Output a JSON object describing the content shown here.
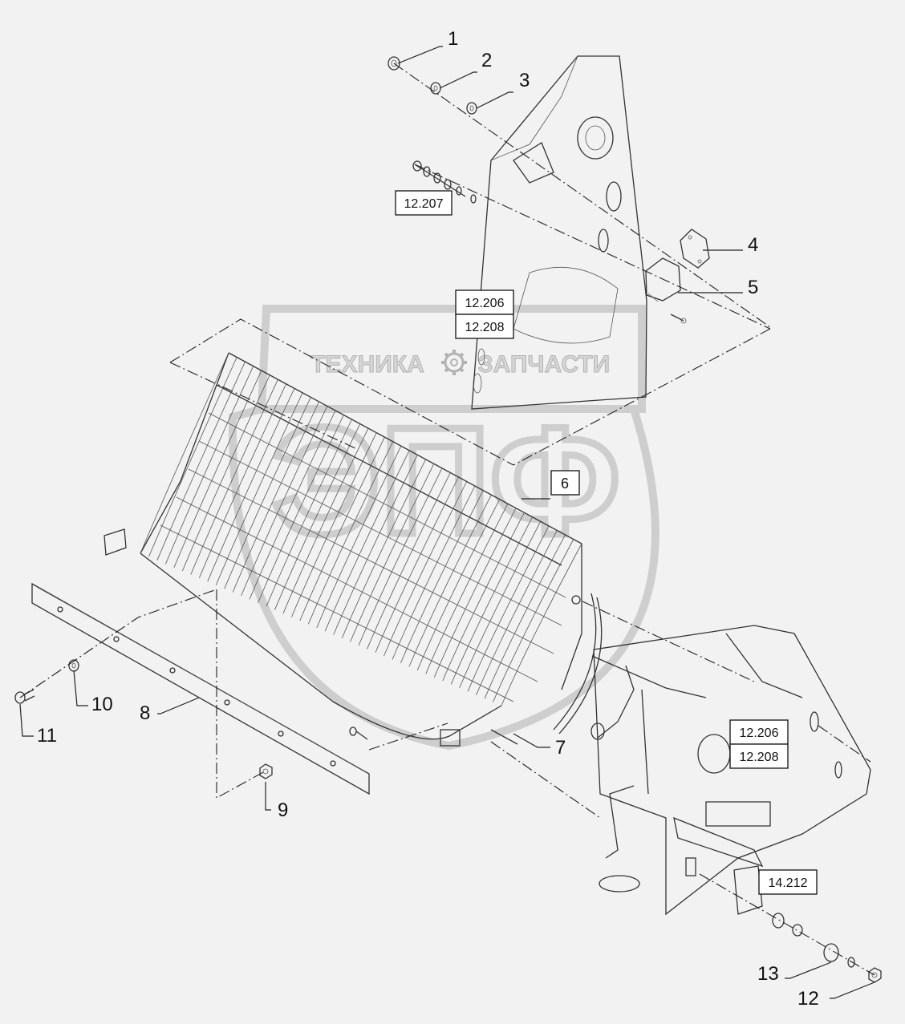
{
  "callouts": [
    "1",
    "2",
    "3",
    "4",
    "5",
    "7",
    "8",
    "9",
    "10",
    "11",
    "12",
    "13"
  ],
  "boxed_callouts": [
    "6"
  ],
  "references": [
    "12.207",
    "12.206",
    "12.208",
    "12.206",
    "12.208",
    "14.212"
  ],
  "watermark": {
    "letters": "ЭПФ",
    "line_left": "ТЕХНИКА",
    "line_right": "ЗАПЧАСТИ",
    "gear_symbol": "gear-icon",
    "color": "#c8c8c8"
  }
}
